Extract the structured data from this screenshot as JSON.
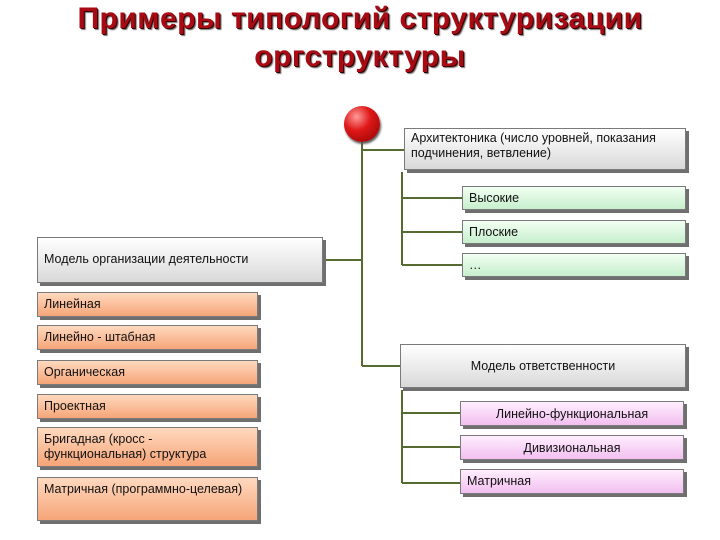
{
  "title": {
    "line1": "Примеры типологий структуризации",
    "line2": "оргструктуры"
  },
  "architectonics": {
    "header": "Архитектоника (число уровней, показания подчинения, ветвление)",
    "items": [
      "Высокие",
      "Плоские",
      "…"
    ]
  },
  "activity_model": {
    "header": "Модель организации деятельности",
    "items": [
      "Линейная",
      "Линейно - штабная",
      "Органическая",
      "Проектная",
      "Бригадная (кросс - функциональная) структура",
      "Матричная (программно-целевая)"
    ]
  },
  "responsibility_model": {
    "header": "Модель ответственности",
    "items": [
      "Линейно-функциональная",
      "Дивизиональная",
      "Матричная"
    ]
  },
  "colors": {
    "title": "#a80b14",
    "node_ball": "#e01818",
    "connector": "#556b2f",
    "activity_items": "#f6a578",
    "architectonics_items": "#c6efcd",
    "responsibility_items": "#f2bff0"
  }
}
